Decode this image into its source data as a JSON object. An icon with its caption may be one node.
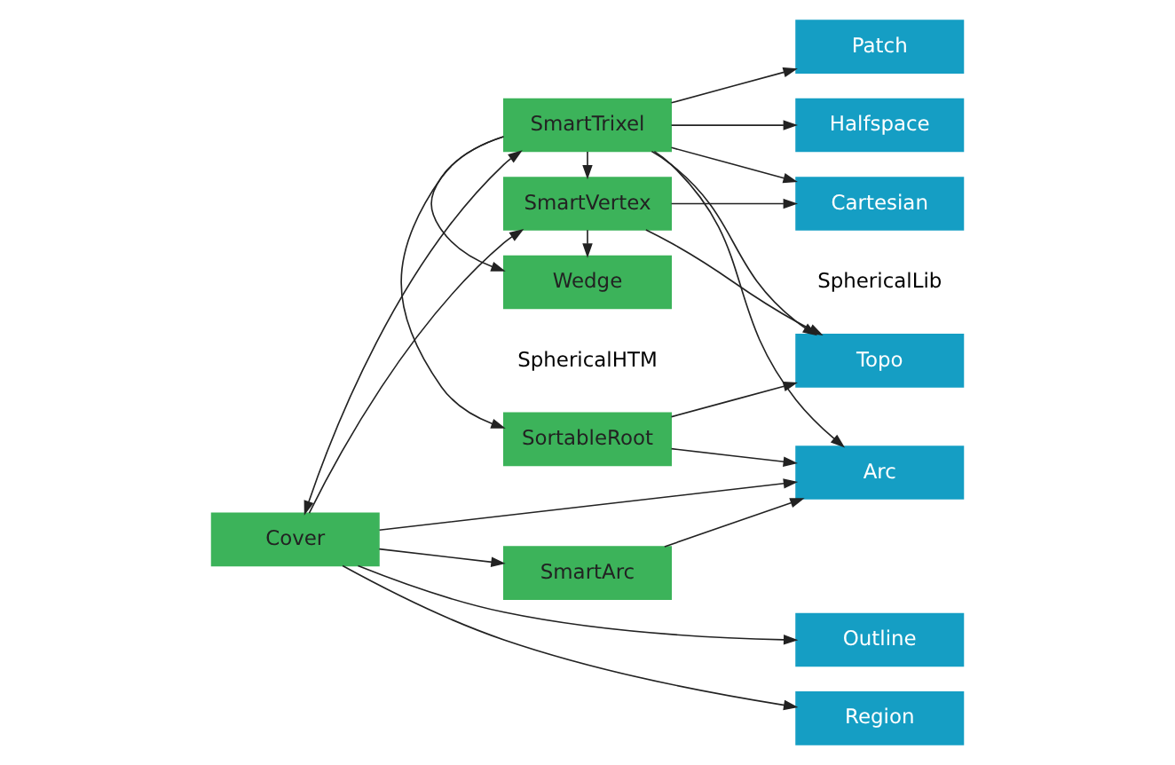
{
  "diagram": {
    "nodes": [
      {
        "text": [
          "SortableRoot"
        ]
      },
      {
        "text": [
          "SmartTrixel"
        ]
      },
      {
        "text": [
          "Wedge"
        ]
      },
      {
        "text": [
          "SmartVertex"
        ]
      },
      {
        "text": [
          "Cover"
        ]
      },
      {
        "text": [
          "SmartArc"
        ]
      },
      {
        "text": [
          "Topo"
        ]
      },
      {
        "text": [
          "Patch"
        ]
      },
      {
        "text": [
          "Arc"
        ]
      },
      {
        "text": [
          "Halfspace"
        ]
      },
      {
        "text": [
          "Cartesian"
        ]
      },
      {
        "text": [
          "Outline"
        ]
      },
      {
        "text": [
          "Region"
        ]
      }
    ],
    "edges": [
      {
        "from": 0,
        "to": 6,
        "arrow": "to"
      },
      {
        "from": 0,
        "to": 8,
        "arrow": "to"
      },
      {
        "from": 1,
        "to": 0,
        "arrow": "to"
      },
      {
        "from": 1,
        "to": 2,
        "arrow": "to"
      },
      {
        "from": 1,
        "to": 6,
        "arrow": "to"
      },
      {
        "from": 1,
        "to": 7,
        "arrow": "to"
      },
      {
        "from": 1,
        "to": 8,
        "arrow": "to"
      },
      {
        "from": 1,
        "to": 9,
        "arrow": "to"
      },
      {
        "from": 1,
        "to": 10,
        "arrow": "to"
      },
      {
        "from": 1,
        "to": 3,
        "arrow": "to"
      },
      {
        "from": 3,
        "to": 2,
        "arrow": "to"
      },
      {
        "from": 3,
        "to": 6,
        "arrow": "to"
      },
      {
        "from": 3,
        "to": 10,
        "arrow": "to"
      },
      {
        "from": 4,
        "to": 1,
        "arrow": "both"
      },
      {
        "from": 4,
        "to": 3,
        "arrow": "to"
      },
      {
        "from": 4,
        "to": 8,
        "arrow": "to"
      },
      {
        "from": 4,
        "to": 5,
        "arrow": "to"
      },
      {
        "from": 4,
        "to": 11,
        "arrow": "to"
      },
      {
        "from": 4,
        "to": 12,
        "arrow": "to"
      },
      {
        "from": 5,
        "to": 8,
        "arrow": "to"
      }
    ],
    "labels": [
      "SphericalHTM",
      "SphericalLib"
    ]
  }
}
